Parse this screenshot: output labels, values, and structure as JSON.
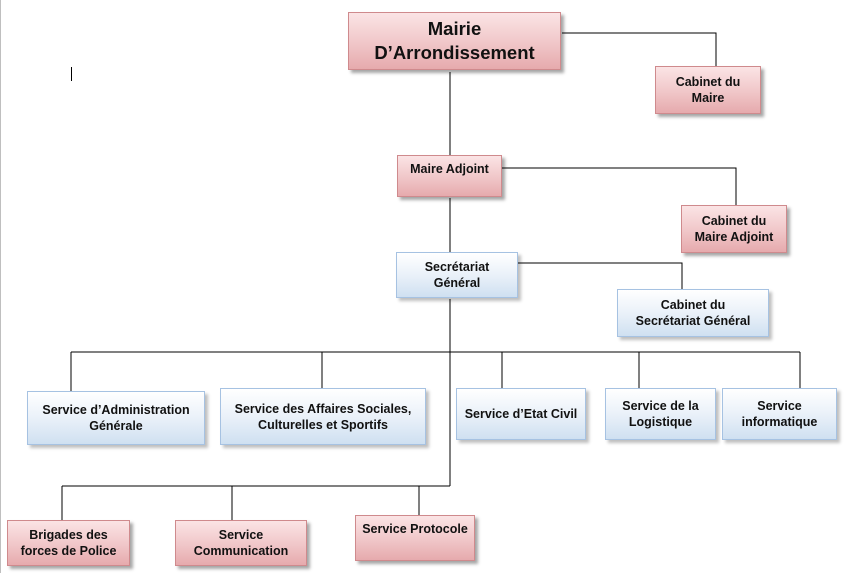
{
  "colors": {
    "pink_fill": "#f0c6c8",
    "pink_border": "#cf8a8d",
    "blue_fill": "#eaf1f9",
    "blue_border": "#a6c2e2",
    "connector": "#000000"
  },
  "nodes": {
    "mairie": "Mairie\nD’Arrondissement",
    "cabinet_maire": "Cabinet du\nMaire",
    "maire_adjoint": "Maire Adjoint",
    "cabinet_maire_adjoint": "Cabinet du\nMaire Adjoint",
    "secretariat": "Secrétariat\nGénéral",
    "cabinet_secretariat": "Cabinet du\nSecrétariat Général",
    "admin_generale": "Service d’Administration\nGénérale",
    "affaires_sociales": "Service des Affaires Sociales,\nCulturelles et Sportifs",
    "etat_civil": "Service d’Etat Civil",
    "logistique": "Service de la\nLogistique",
    "informatique": "Service\ninformatique",
    "brigades_police": "Brigades des\nforces de Police",
    "communication": "Service\nCommunication",
    "protocole": "Service Protocole"
  }
}
